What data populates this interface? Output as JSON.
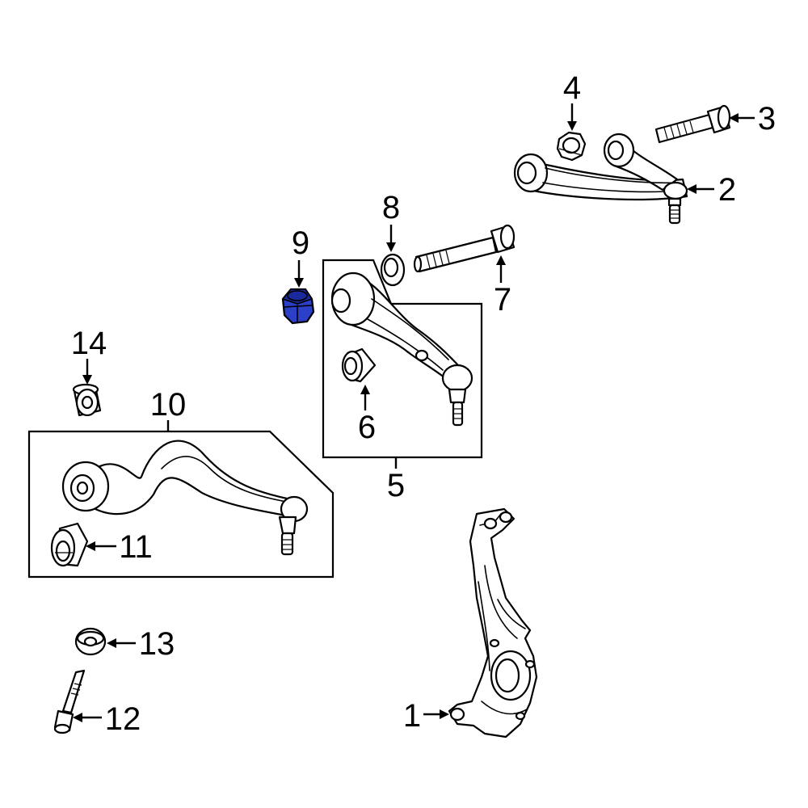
{
  "callouts": {
    "c1": "1",
    "c2": "2",
    "c3": "3",
    "c4": "4",
    "c5": "5",
    "c6": "6",
    "c7": "7",
    "c8": "8",
    "c9": "9",
    "c10": "10",
    "c11": "11",
    "c12": "12",
    "c13": "13",
    "c14": "14"
  },
  "colors": {
    "line": "#000000",
    "background": "#ffffff",
    "highlight": "#2b3fc9"
  },
  "highlighted_part": "9"
}
